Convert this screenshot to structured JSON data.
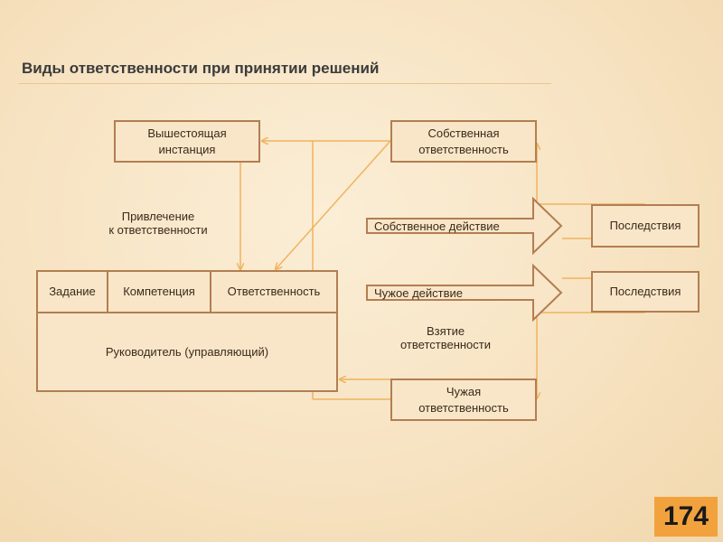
{
  "title": "Виды ответственности при принятии решений",
  "boxes": {
    "higher_authority": "Вышестоящая\nинстанция",
    "own_responsibility": "Собственная\nответственность",
    "foreign_responsibility": "Чужая\nответственность",
    "consequences_1": "Последствия",
    "consequences_2": "Последствия",
    "task": "Задание",
    "competence": "Компетенция",
    "responsibility": "Ответственность",
    "manager": "Руководитель (управляющий)"
  },
  "labels": {
    "involvement": "Привлечение\nк ответственности",
    "taking": "Взятие\nответственности"
  },
  "arrows": {
    "own_action": "Собственное действие",
    "foreign_action": "Чужое действие"
  },
  "page_number": "174",
  "colors": {
    "connector": "#f0b35e",
    "border": "#b27e52",
    "badge": "#f2a23c"
  }
}
